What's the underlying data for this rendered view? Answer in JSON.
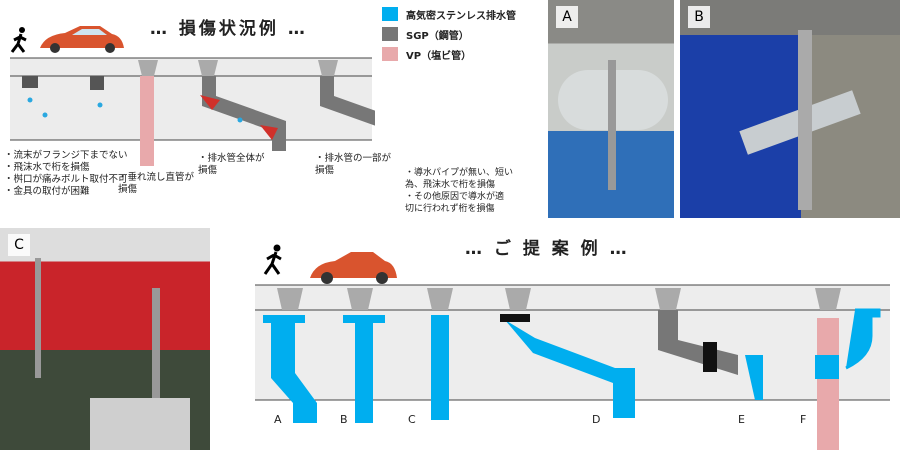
{
  "damage": {
    "title": "… 損傷状況例 …",
    "notes": [
      "・流末がフランジ下までない\n・飛沫水で桁を損傷\n・桝口が痛みボルト取付不可\n・金具の取付が困難",
      "・垂れ流し直管が\n 損傷",
      "・排水管全体が\n 損傷",
      "・排水管の一部が\n 損傷",
      "・導水パイプが無い、短い\n 為、飛沫水で桁を損傷\n・その他原因で導水が適\n 切に行われず桁を損傷"
    ]
  },
  "legend": [
    {
      "label": "高気密ステンレス排水管",
      "color": "#00aeef"
    },
    {
      "label": "SGP（鋼管）",
      "color": "#777777"
    },
    {
      "label": "VP（塩ビ管）",
      "color": "#e8a9ab"
    }
  ],
  "photos": [
    "A",
    "B",
    "C"
  ],
  "proposal": {
    "title": "… ご 提 案 例 …",
    "labels": [
      "A",
      "B",
      "C",
      "D",
      "E",
      "F"
    ]
  }
}
